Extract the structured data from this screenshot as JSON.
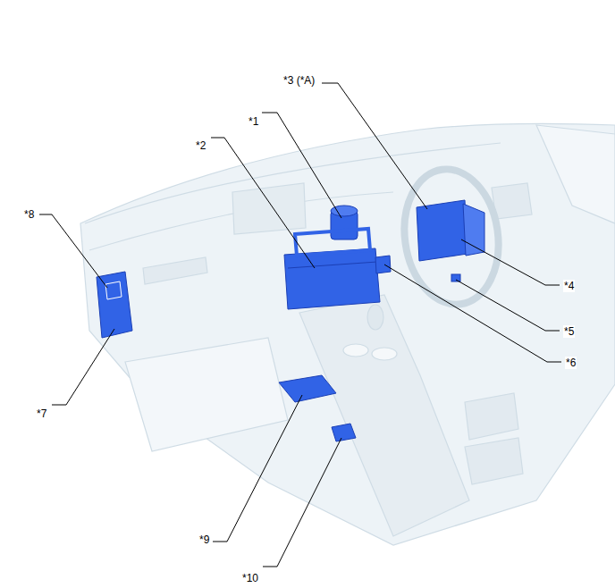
{
  "diagram": {
    "labels": [
      "*3 (*A)",
      "*1",
      "*2",
      "*8",
      "*4",
      "*5",
      "*6",
      "*7",
      "*9",
      "*10"
    ]
  }
}
